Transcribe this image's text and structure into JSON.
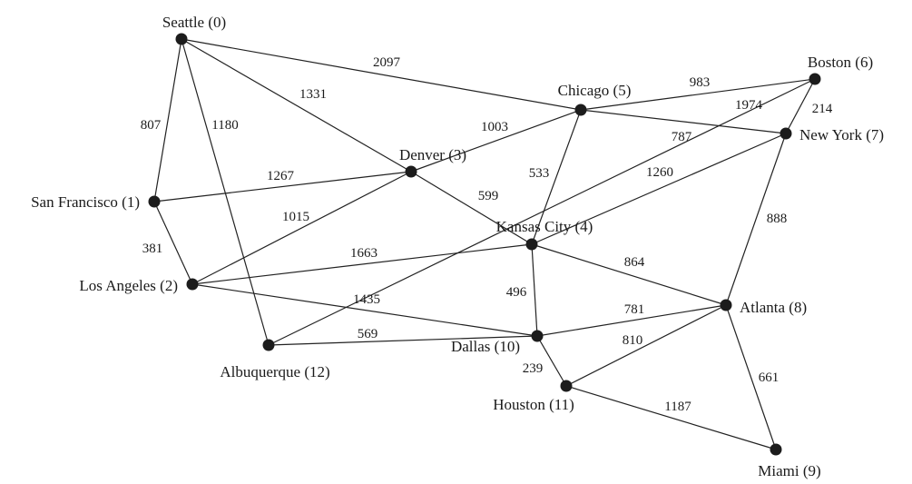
{
  "graph": {
    "colors": {
      "edge": "#222222",
      "node": "#1c1c1c",
      "text": "#1a1a1a",
      "background": "#ffffff"
    },
    "nodes": [
      {
        "id": 0,
        "label": "Seattle (0)"
      },
      {
        "id": 1,
        "label": "San Francisco (1)"
      },
      {
        "id": 2,
        "label": "Los Angeles (2)"
      },
      {
        "id": 3,
        "label": "Denver (3)"
      },
      {
        "id": 4,
        "label": "Kansas City (4)"
      },
      {
        "id": 5,
        "label": "Chicago (5)"
      },
      {
        "id": 6,
        "label": "Boston (6)"
      },
      {
        "id": 7,
        "label": "New York (7)"
      },
      {
        "id": 8,
        "label": "Atlanta (8)"
      },
      {
        "id": 9,
        "label": "Miami (9)"
      },
      {
        "id": 10,
        "label": "Dallas (10)"
      },
      {
        "id": 11,
        "label": "Houston (11)"
      },
      {
        "id": 12,
        "label": "Albuquerque (12)"
      }
    ],
    "edges": [
      {
        "from": 0,
        "to": 5,
        "weight": "2097"
      },
      {
        "from": 0,
        "to": 3,
        "weight": "1331"
      },
      {
        "from": 0,
        "to": 1,
        "weight": "807"
      },
      {
        "from": 0,
        "to": 12,
        "weight": "1180"
      },
      {
        "from": 1,
        "to": 3,
        "weight": "1267"
      },
      {
        "from": 1,
        "to": 2,
        "weight": "381"
      },
      {
        "from": 2,
        "to": 3,
        "weight": "1015"
      },
      {
        "from": 2,
        "to": 4,
        "weight": "1663"
      },
      {
        "from": 2,
        "to": 10,
        "weight": "1435"
      },
      {
        "from": 3,
        "to": 5,
        "weight": "1003"
      },
      {
        "from": 3,
        "to": 4,
        "weight": "599"
      },
      {
        "from": 5,
        "to": 6,
        "weight": "983"
      },
      {
        "from": 5,
        "to": 7,
        "weight": "787"
      },
      {
        "from": 5,
        "to": 4,
        "weight": "533"
      },
      {
        "from": 6,
        "to": 7,
        "weight": "214"
      },
      {
        "from": 12,
        "to": 6,
        "weight": "1974"
      },
      {
        "from": 4,
        "to": 7,
        "weight": "1260"
      },
      {
        "from": 7,
        "to": 8,
        "weight": "888"
      },
      {
        "from": 4,
        "to": 8,
        "weight": "864"
      },
      {
        "from": 4,
        "to": 10,
        "weight": "496"
      },
      {
        "from": 12,
        "to": 10,
        "weight": "569"
      },
      {
        "from": 10,
        "to": 8,
        "weight": "781"
      },
      {
        "from": 10,
        "to": 11,
        "weight": "239"
      },
      {
        "from": 11,
        "to": 8,
        "weight": "810"
      },
      {
        "from": 11,
        "to": 9,
        "weight": "1187"
      },
      {
        "from": 8,
        "to": 9,
        "weight": "661"
      }
    ]
  }
}
